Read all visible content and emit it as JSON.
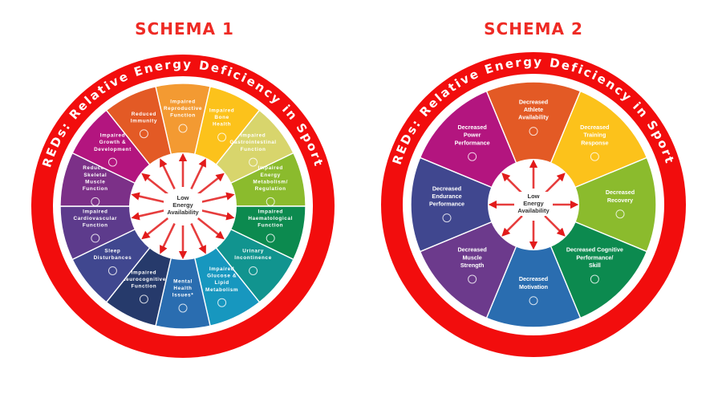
{
  "schemas": [
    {
      "title": "SCHEMA 1",
      "ring_text": "REDs: Relative Energy Deficiency in Sport",
      "center_label": [
        "Low",
        "Energy",
        "Availability"
      ],
      "segments": [
        {
          "label": [
            "Impaired",
            "Reproductive",
            "Function"
          ],
          "color": "#f39a32",
          "icon": "uterus-icon"
        },
        {
          "label": [
            "Impaired",
            "Bone",
            "Health"
          ],
          "color": "#fcc21b",
          "icon": "bone-icon"
        },
        {
          "label": [
            "Impaired",
            "Gastrointestinal",
            "Function"
          ],
          "color": "#d8d56c",
          "icon": "intestine-icon"
        },
        {
          "label": [
            "Impaired",
            "Energy",
            "Metabolism/",
            "Regulation"
          ],
          "color": "#8bbb2d",
          "icon": "liver-icon"
        },
        {
          "label": [
            "Impaired",
            "Haematological",
            "Function"
          ],
          "color": "#0c8a4f",
          "icon": "blood-drop-icon"
        },
        {
          "label": [
            "Urinary",
            "Incontinence"
          ],
          "color": "#11948f",
          "icon": "kidney-icon"
        },
        {
          "label": [
            "Impaired",
            "Glucose &",
            "Lipid",
            "Metabolism"
          ],
          "color": "#1797bf",
          "icon": "pancreas-icon"
        },
        {
          "label": [
            "Mental",
            "Health",
            "Issues*"
          ],
          "color": "#2a6db0",
          "icon": "head-icon"
        },
        {
          "label": [
            "Impaired",
            "Neurocognitive",
            "Function"
          ],
          "color": "#263a6b",
          "icon": "brain-icon"
        },
        {
          "label": [
            "Sleep",
            "Disturbances"
          ],
          "color": "#40478f",
          "icon": "zzz-icon"
        },
        {
          "label": [
            "Impaired",
            "Cardiovascular",
            "Function"
          ],
          "color": "#5d3b8c",
          "icon": "heart-icon"
        },
        {
          "label": [
            "Reduced",
            "Skeletal",
            "Muscle",
            "Function"
          ],
          "color": "#7c3088",
          "icon": "muscle-icon"
        },
        {
          "label": [
            "Impaired",
            "Growth &",
            "Development"
          ],
          "color": "#b3157f",
          "icon": "height-measure-icon"
        },
        {
          "label": [
            "Reduced",
            "Immunity"
          ],
          "color": "#e35a25",
          "icon": "virus-icon"
        }
      ]
    },
    {
      "title": "SCHEMA 2",
      "ring_text": "REDs: Relative Energy Deficiency in Sport",
      "center_label": [
        "Low",
        "Energy",
        "Availability"
      ],
      "segments": [
        {
          "label": [
            "Decreased",
            "Athlete",
            "Availability"
          ],
          "color": "#e35a25",
          "icon": "team-icon"
        },
        {
          "label": [
            "Decreased",
            "Training",
            "Response"
          ],
          "color": "#fcc21b",
          "icon": "clipboard-clock-icon"
        },
        {
          "label": [
            "Decreased",
            "Recovery"
          ],
          "color": "#8bbb2d",
          "icon": "battery-recharge-icon"
        },
        {
          "label": [
            "Decreased Cognitive",
            "Performance/",
            "Skill"
          ],
          "color": "#0c8a4f",
          "icon": "brain-icon"
        },
        {
          "label": [
            "Decreased",
            "Motivation"
          ],
          "color": "#2a6db0",
          "icon": "motivation-chart-icon"
        },
        {
          "label": [
            "Decreased",
            "Muscle",
            "Strength"
          ],
          "color": "#6c3a8c",
          "icon": "muscle-icon"
        },
        {
          "label": [
            "Decreased",
            "Endurance",
            "Performance"
          ],
          "color": "#40478f",
          "icon": "runner-icon"
        },
        {
          "label": [
            "Decreased",
            "Power",
            "Performance"
          ],
          "color": "#b3157f",
          "icon": "dumbbell-icon"
        }
      ]
    }
  ],
  "colors": {
    "ring": "#f20d0d",
    "title": "#ee2a24",
    "arrow": "#e21b1b"
  }
}
